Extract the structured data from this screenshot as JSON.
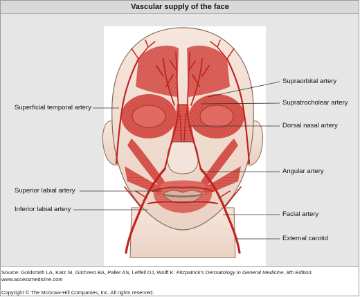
{
  "title": "Vascular supply of the face",
  "labels": {
    "superficial_temporal": "Superficial temporal artery",
    "supraorbital": "Supraorbital artery",
    "supratrocholear": "Supratrocholear artery",
    "dorsal_nasal": "Dorsal nasal artery",
    "angular": "Angular artery",
    "superior_labial": "Superior labial artery",
    "inferior_labial": "Inferior labial artery",
    "facial": "Facial artery",
    "external_carotid": "External carotid"
  },
  "source": {
    "prefix": "Source: Goldsmith LA, Katz SI, Gilchrest BA, Paller AS, Leffell DJ, Wolff K: ",
    "book_title": "Fitzpatrick's Dermatology in General Medicine, 8th Edition",
    "suffix": ": www.accessmedicine.com"
  },
  "copyright": "Copyright © The McGraw-Hill Companies, Inc. All rights reserved.",
  "colors": {
    "artery": "#c9302c",
    "muscle": "#d9534f",
    "skin": "#f2dfd3",
    "lip": "#d9b3a6"
  }
}
